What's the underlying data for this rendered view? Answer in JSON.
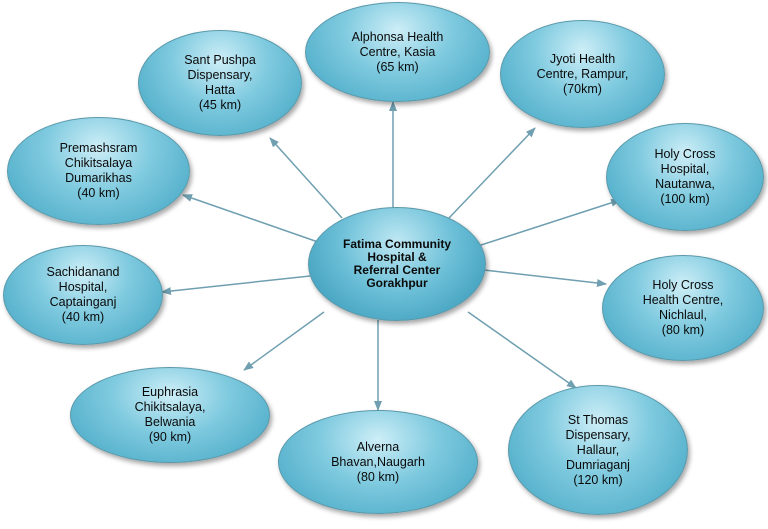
{
  "hub": {
    "lines": [
      "Fatima Community",
      "Hospital  &",
      "Referral Center",
      "Gorakhpur"
    ]
  },
  "nodes": [
    {
      "id": "alphonsa",
      "lines": [
        "Alphonsa Health",
        "Centre, Kasia",
        "(65 km)"
      ]
    },
    {
      "id": "sant-pushpa",
      "lines": [
        "Sant Pushpa",
        "Dispensary,",
        "Hatta",
        "(45 km)"
      ]
    },
    {
      "id": "jyoti",
      "lines": [
        "Jyoti Health",
        "Centre, Rampur,",
        "(70km)"
      ]
    },
    {
      "id": "premashsram",
      "lines": [
        "Premashsram",
        "Chikitsalaya",
        "Dumarikhas",
        "(40 km)"
      ]
    },
    {
      "id": "holy-cross-hospital",
      "lines": [
        "Holy Cross",
        "Hospital,",
        "Nautanwa,",
        "(100 km)"
      ]
    },
    {
      "id": "sachidanand",
      "lines": [
        "Sachidanand",
        "Hospital,",
        "Captainganj",
        "(40 km)"
      ]
    },
    {
      "id": "holy-cross-health",
      "lines": [
        "Holy Cross",
        "Health Centre,",
        "Nichlaul,",
        "(80 km)"
      ]
    },
    {
      "id": "euphrasia",
      "lines": [
        "Euphrasia",
        "Chikitsalaya,",
        "Belwania",
        "(90 km)"
      ]
    },
    {
      "id": "alverna",
      "lines": [
        "Alverna",
        "Bhavan,Naugarh",
        "(80 km)"
      ]
    },
    {
      "id": "st-thomas",
      "lines": [
        "St Thomas",
        "Dispensary,",
        "Hallaur,",
        "Dumriaganj",
        "(120 km)"
      ]
    }
  ],
  "colors": {
    "line": "#6f9fb0",
    "arrow": "#6f9fb0"
  }
}
